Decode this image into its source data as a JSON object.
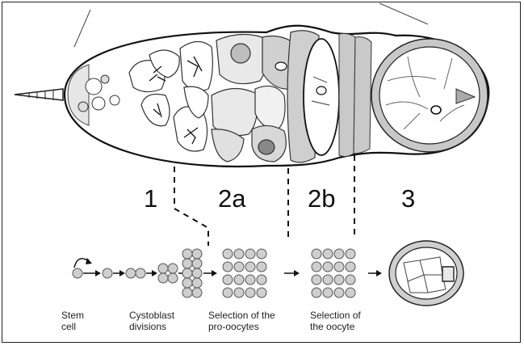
{
  "regions": [
    {
      "id": "r1",
      "label": "1"
    },
    {
      "id": "r2a",
      "label": "2a"
    },
    {
      "id": "r2b",
      "label": "2b"
    },
    {
      "id": "r3",
      "label": "3"
    }
  ],
  "captions": {
    "stem": {
      "line1": "Stem",
      "line2": "cell"
    },
    "cystoblast": {
      "line1": "Cystoblast",
      "line2": "divisions"
    },
    "pro_oocytes": {
      "line1": "Selection of the",
      "line2": "pro-oocytes"
    },
    "oocyte": {
      "line1": "Selection of",
      "line2": "the oocyte"
    }
  },
  "colors": {
    "ink": "#1a1a1a",
    "cell_fill": "#cfcfcf",
    "cell_stroke": "#555555",
    "body_fill": "#ffffff"
  }
}
